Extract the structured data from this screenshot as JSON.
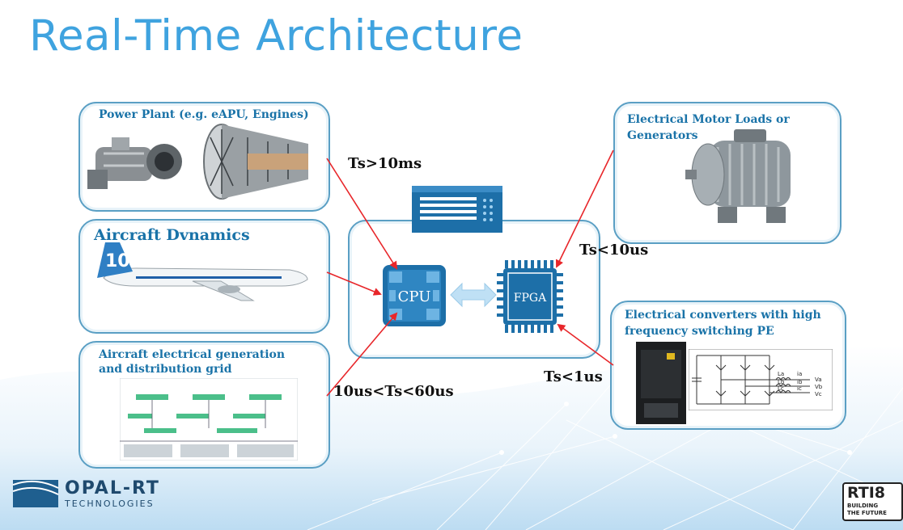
{
  "slide": {
    "title": "Real-Time Architecture"
  },
  "boxes": {
    "power_plant": {
      "label": "Power Plant (e.g. eAPU, Engines)"
    },
    "aircraft_dynamics": {
      "label": "Aircraft Dvnamics"
    },
    "electrical_grid": {
      "label_line1": "Aircraft electrical generation",
      "label_line2": "and distribution grid"
    },
    "motor_loads": {
      "label_line1": "Electrical Motor Loads or",
      "label_line2": "Generators"
    },
    "converters": {
      "label_line1": "Electrical converters with high",
      "label_line2": "frequency switching PE"
    }
  },
  "timesteps": {
    "power_plant": "Ts>10ms",
    "motor_loads": "Ts<10us",
    "converters": "Ts<1us",
    "electrical_grid": "10us<Ts<60us"
  },
  "processors": {
    "cpu": "CPU",
    "fpga": "FPGA"
  },
  "converter_circuit": {
    "labels": [
      "La",
      "Lb",
      "Lc",
      "ia",
      "ib",
      "ic",
      "Va",
      "Vb",
      "Vc"
    ]
  },
  "logos": {
    "opal_line1": "OPAL-RT",
    "opal_line2": "TECHNOLOGIES",
    "rt18_main": "RTI8",
    "rt18_line1": "BUILDING",
    "rt18_line2": "THE FUTURE"
  },
  "colors": {
    "title": "#3fa3df",
    "box_border": "#5a9fc4",
    "box_label": "#1a73a8",
    "arrow": "#e8262a",
    "chip": "#1d6fa8"
  }
}
